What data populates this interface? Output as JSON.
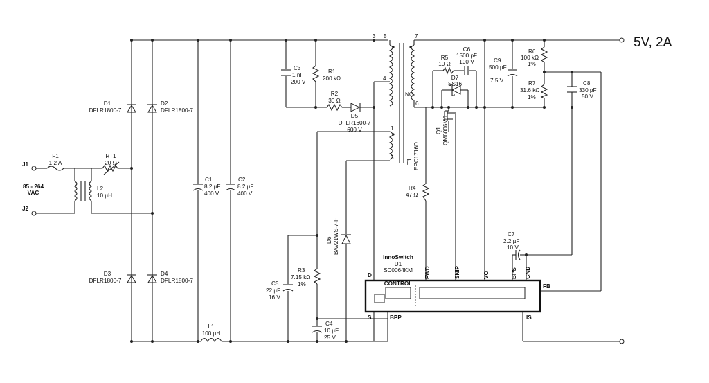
{
  "output_label": "5V, 2A",
  "j1": "J1",
  "j2": "J2",
  "vac": [
    "85 - 264",
    "VAC"
  ],
  "f1": [
    "F1",
    "1.2 A"
  ],
  "rt1": [
    "RT1",
    "20 Ω"
  ],
  "l2": [
    "L2",
    "10 µH"
  ],
  "d1": [
    "D1",
    "DFLR1800-7"
  ],
  "d2": [
    "D2",
    "DFLR1800-7"
  ],
  "d3": [
    "D3",
    "DFLR1800-7"
  ],
  "d4": [
    "D4",
    "DFLR1800-7"
  ],
  "c1": [
    "C1",
    "8.2 µF",
    "400 V"
  ],
  "c2": [
    "C2",
    "8.2 µF",
    "400 V"
  ],
  "l1": [
    "L1",
    "100 µH"
  ],
  "c3": [
    "C3",
    "1 nF",
    "200 V"
  ],
  "r1": [
    "R1",
    "200 kΩ"
  ],
  "r2": [
    "R2",
    "30 Ω"
  ],
  "d5": [
    "D5",
    "DFLR1600-7",
    "600 V"
  ],
  "t1": [
    "T1",
    "EPC1716D"
  ],
  "nc": "NC",
  "pins": [
    "3",
    "5",
    "7",
    "4",
    "6",
    "1",
    "3"
  ],
  "r4": [
    "R4",
    "47 Ω"
  ],
  "r5": [
    "R5",
    "10 Ω"
  ],
  "c6": [
    "C6",
    "1500 pF",
    "100 V"
  ],
  "d7": [
    "D7",
    "SS16"
  ],
  "q1": [
    "Q1",
    "QM6006M6"
  ],
  "c9": [
    "C9",
    "500 µF",
    "7.5 V"
  ],
  "r6": [
    "R6",
    "100 kΩ",
    "1%"
  ],
  "r7": [
    "R7",
    "31.6 kΩ",
    "1%"
  ],
  "c8": [
    "C8",
    "330 pF",
    "50 V"
  ],
  "d6": [
    "D6",
    "BAV21WS-7-F"
  ],
  "r3": [
    "R3",
    "7.15 kΩ",
    "1%"
  ],
  "c5": [
    "C5",
    "22 µF",
    "16 V"
  ],
  "c4": [
    "C4",
    "10 µF",
    "25 V"
  ],
  "c7": [
    "C7",
    "2.2 µF",
    "10 V"
  ],
  "u1": [
    "InnoSwitch",
    "U1",
    "SC0064KM"
  ],
  "control": "CONTROL",
  "ic_pins": {
    "d": "D",
    "s": "S",
    "bpp": "BPP",
    "fwd": "FWD",
    "snip": "SNIP",
    "vo": "VO",
    "bps": "BPS",
    "gnd": "GND",
    "fb": "FB",
    "is": "IS"
  }
}
